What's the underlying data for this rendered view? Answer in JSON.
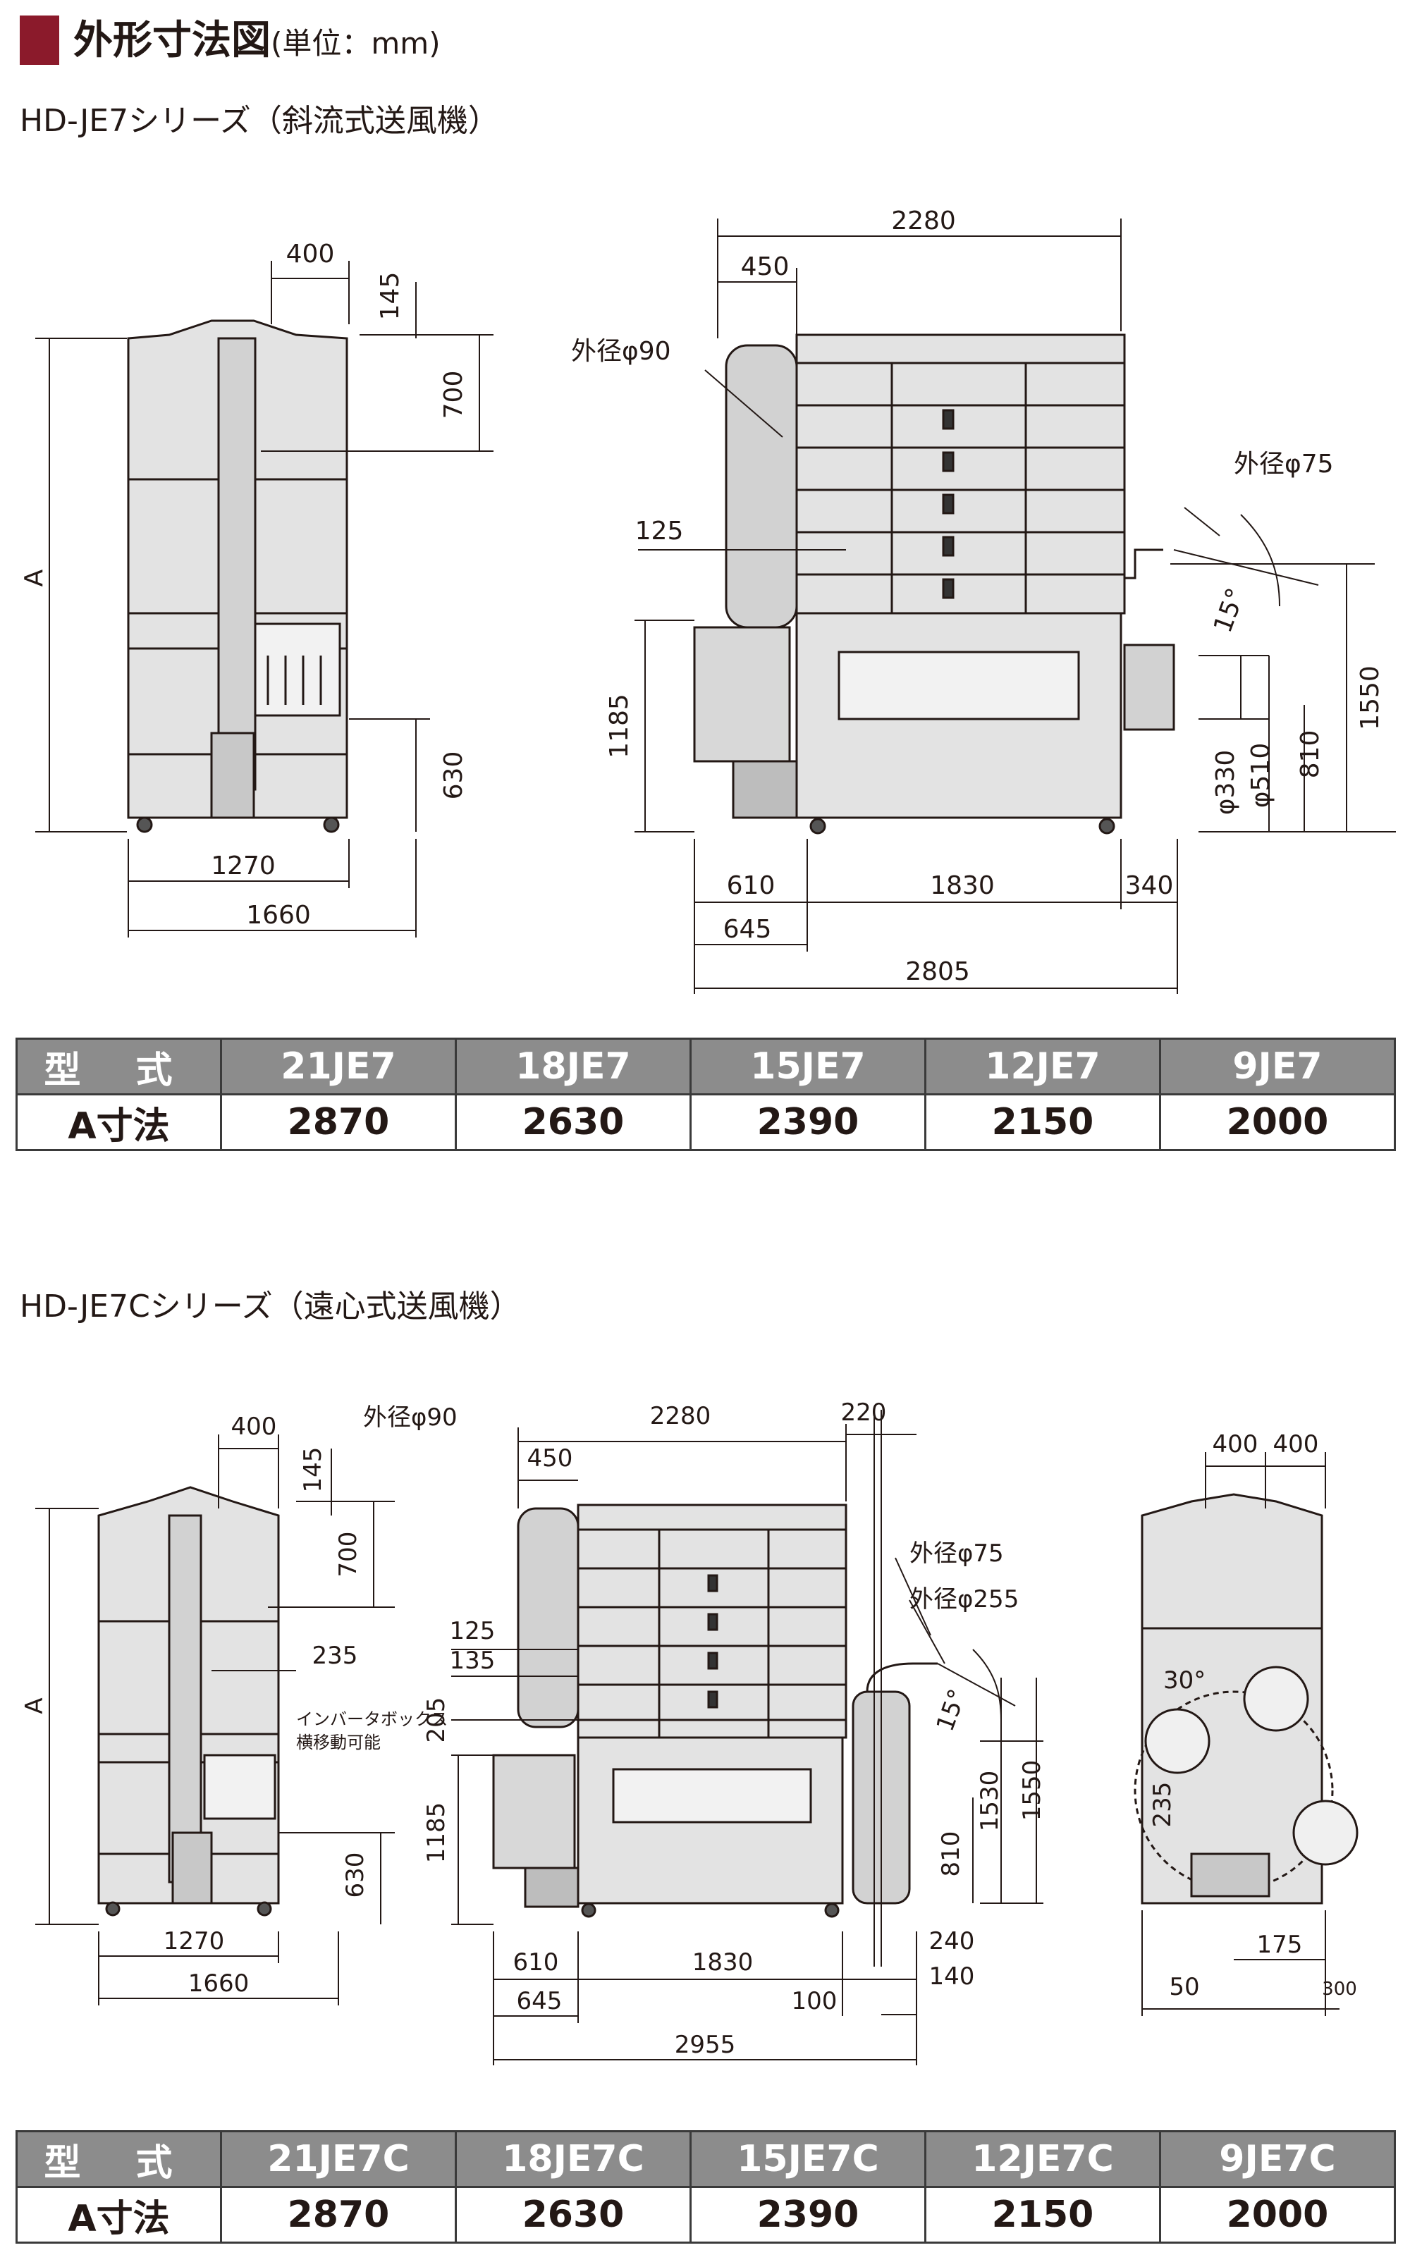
{
  "header": {
    "title": "外形寸法図",
    "unit": "(単位：mm)",
    "accent_color": "#8b1a2b"
  },
  "series1": {
    "title": "HD-JE7シリーズ（斜流式送風機）",
    "dims": {
      "d400": "400",
      "d145": "145",
      "d700": "700",
      "dA": "A",
      "d630": "630",
      "d1270": "1270",
      "d1660": "1660",
      "d2280": "2280",
      "d450": "450",
      "od90": "外径φ90",
      "d125": "125",
      "d1185": "1185",
      "od75": "外径φ75",
      "deg15": "15°",
      "phi330": "φ330",
      "phi510": "φ510",
      "d810": "810",
      "d1550": "1550",
      "d610": "610",
      "d1830": "1830",
      "d340": "340",
      "d645": "645",
      "d2805": "2805"
    },
    "table": {
      "header_label": "型 式",
      "row_label": "A寸法",
      "models": [
        "21JE7",
        "18JE7",
        "15JE7",
        "12JE7",
        "9JE7"
      ],
      "values": [
        "2870",
        "2630",
        "2390",
        "2150",
        "2000"
      ]
    }
  },
  "series2": {
    "title": "HD-JE7Cシリーズ（遠心式送風機）",
    "dims": {
      "d400": "400",
      "d145": "145",
      "d700": "700",
      "dA": "A",
      "d235": "235",
      "inverter1": "インバータボックス",
      "inverter2": "横移動可能",
      "d630": "630",
      "d1270": "1270",
      "d1660": "1660",
      "od90": "外径φ90",
      "d2280": "2280",
      "d220": "220",
      "d450": "450",
      "d125": "125",
      "d135": "135",
      "d205": "205",
      "d1185": "1185",
      "od75": "外径φ75",
      "od255": "外径φ255",
      "deg15": "15°",
      "d1530": "1530",
      "d1550": "1550",
      "d810": "810",
      "d610": "610",
      "d1830": "1830",
      "d240": "240",
      "d140": "140",
      "d645": "645",
      "d100": "100",
      "d2955": "2955",
      "d400a": "400",
      "d400b": "400",
      "deg30": "30°",
      "d235b": "235",
      "d175": "175",
      "d50": "50",
      "d300": "300"
    },
    "table": {
      "header_label": "型 式",
      "row_label": "A寸法",
      "models": [
        "21JE7C",
        "18JE7C",
        "15JE7C",
        "12JE7C",
        "9JE7C"
      ],
      "values": [
        "2870",
        "2630",
        "2390",
        "2150",
        "2000"
      ]
    }
  }
}
